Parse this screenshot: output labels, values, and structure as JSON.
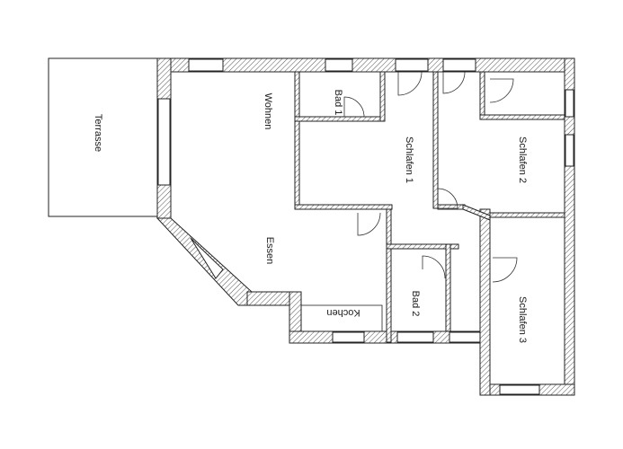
{
  "rooms": {
    "terrasse": "Terrasse",
    "wohnen": "Wohnen",
    "bad1": "Bad 1",
    "schlafen1": "Schlafen 1",
    "schlafen2": "Schlafen 2",
    "essen": "Essen",
    "kochen": "Kochen",
    "bad2": "Bad 2",
    "schlafen3": "Schlafen 3"
  },
  "colors": {
    "wall_line": "#222222",
    "background": "#ffffff"
  }
}
